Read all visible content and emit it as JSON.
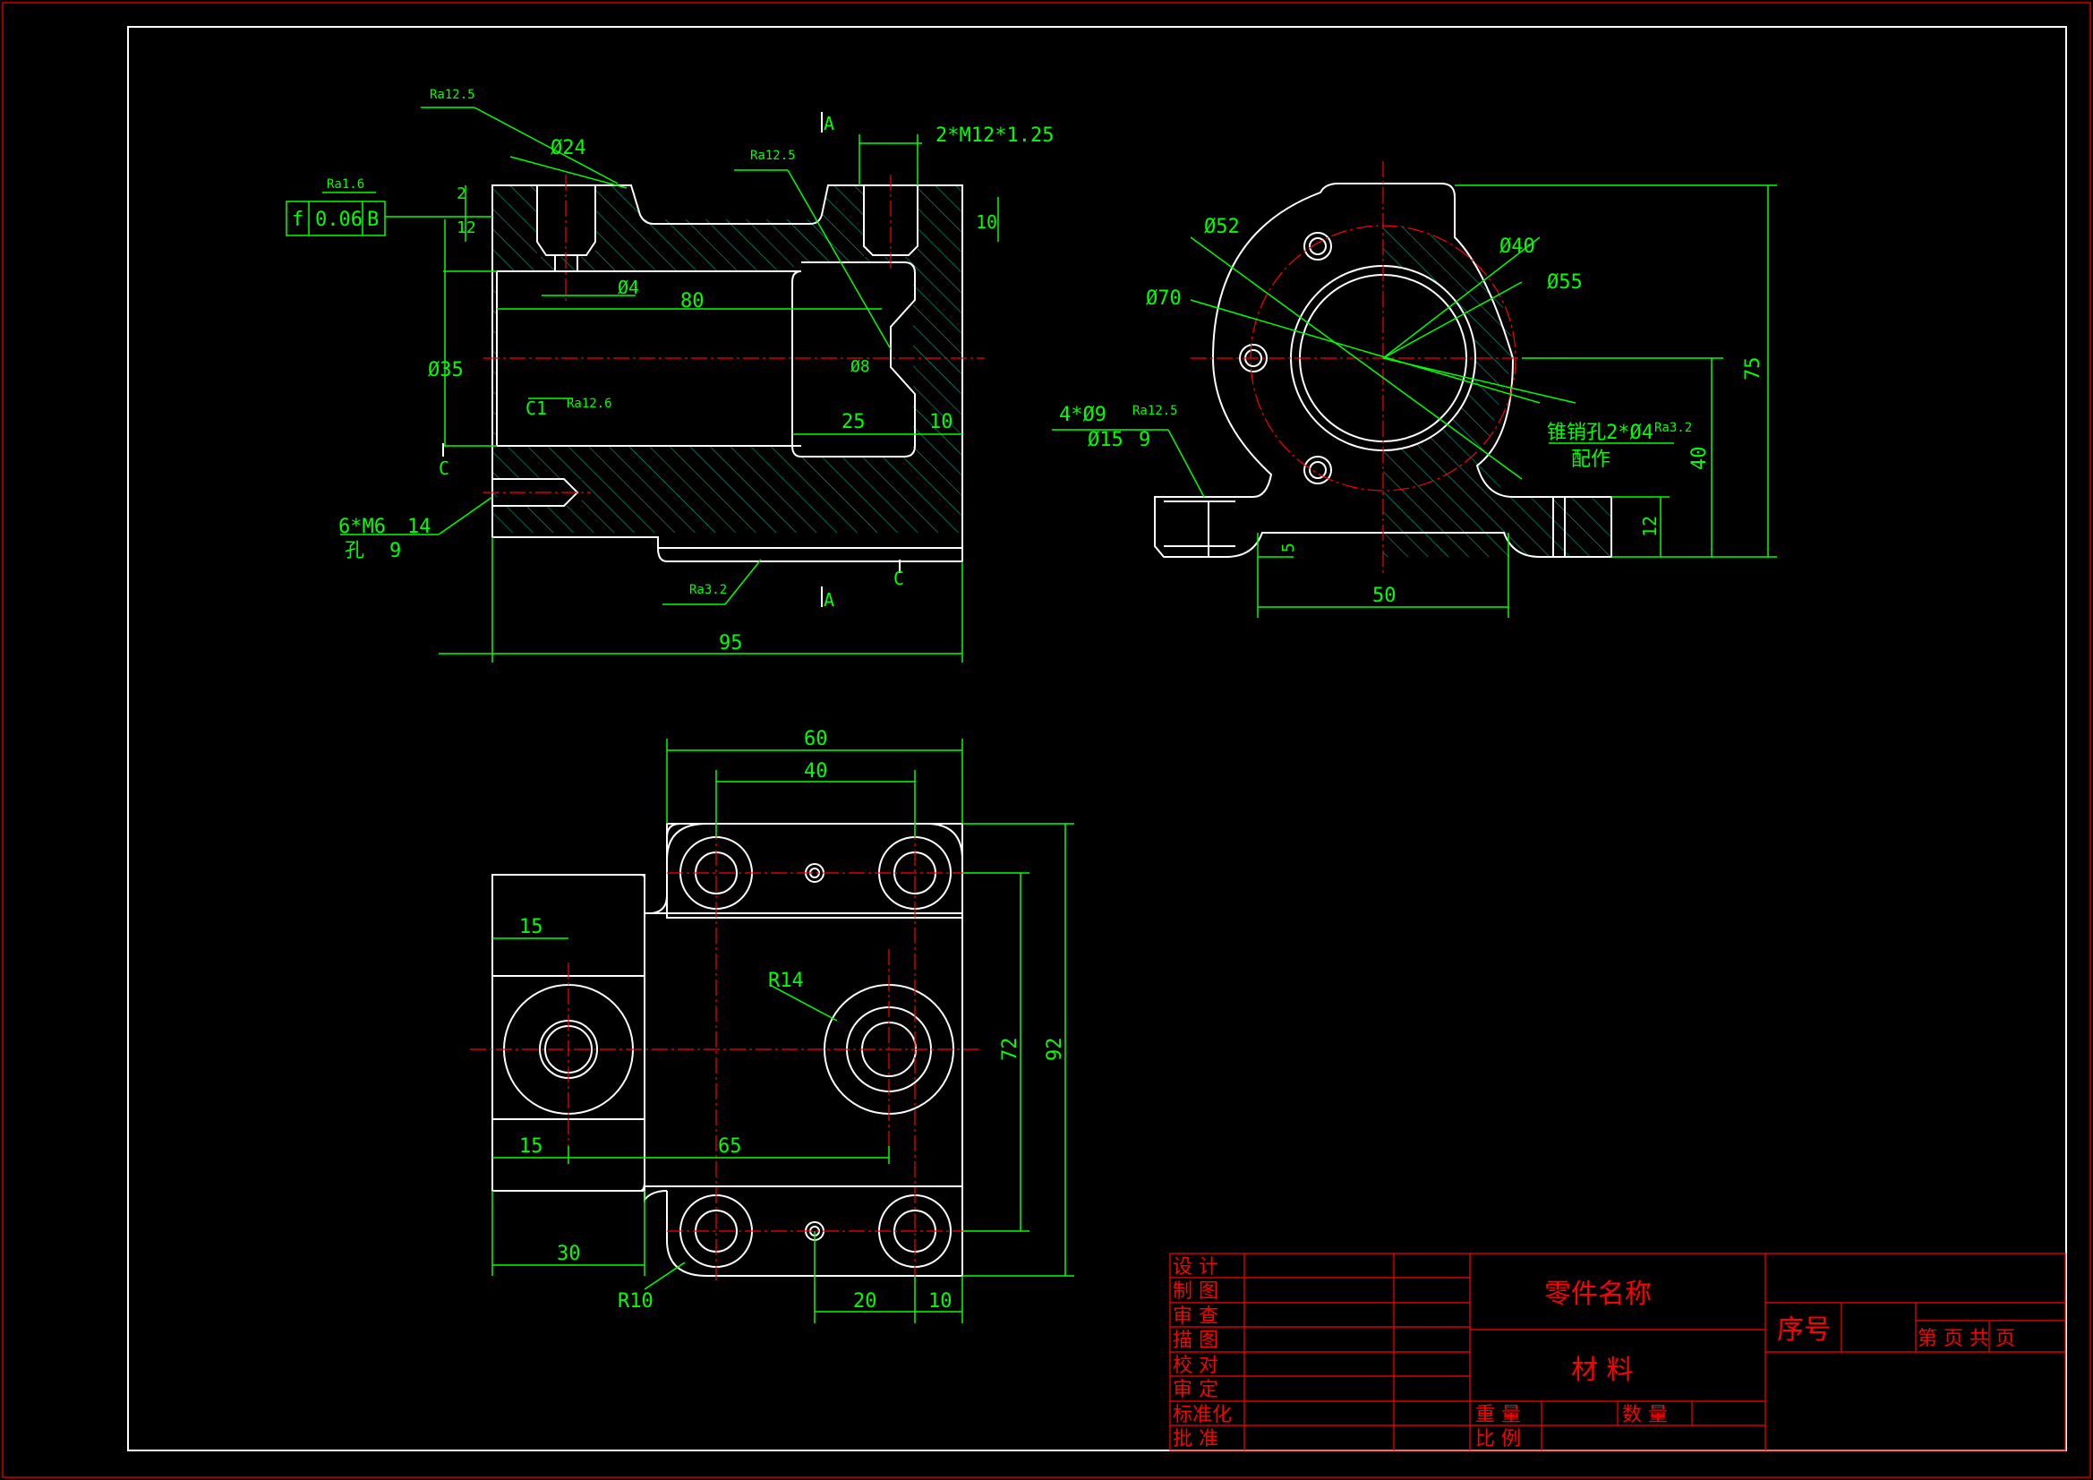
{
  "front_view": {
    "rough_top": "Ra12.5",
    "dia24": "Ø24",
    "thread_top": "2*M12*1.25",
    "rough_right": "Ra12.5",
    "dim_2": "2",
    "dim_12": "12",
    "dim_10": "10",
    "dia4": "Ø4",
    "dim_80": "80",
    "dia35": "Ø35",
    "dia8": "Ø8",
    "chamfer": "C1",
    "rough_bore": "Ra12.6",
    "dim_25": "25",
    "dim_10b": "10",
    "thread_side_1": "6*M6",
    "thread_side_depth": "14",
    "thread_side_2": "孔",
    "thread_side_hole": "9",
    "rough_bottom": "Ra3.2",
    "dim_95": "95",
    "section_top": "A",
    "section_bottom": "A",
    "datum_c1": "C",
    "datum_c2": "C",
    "tol_rough": "Ra1.6",
    "tol_symbol": "f",
    "tol_value": "0.06",
    "tol_datum": "B"
  },
  "side_view": {
    "dia52": "Ø52",
    "dia40": "Ø40",
    "dia55": "Ø55",
    "dia70": "Ø70",
    "holes_1": "4*Ø9",
    "holes_rough": "Ra12.5",
    "holes_2": "Ø15",
    "holes_depth": "9",
    "pin_1": "锥销孔2*Ø4",
    "pin_rough": "Ra3.2",
    "pin_2": "配作",
    "dim_75": "75",
    "dim_40": "40",
    "dim_12": "12",
    "dim_5": "5",
    "dim_50": "50"
  },
  "top_view": {
    "dim_60": "60",
    "dim_40": "40",
    "dim_15a": "15",
    "r14": "R14",
    "dim_72": "72",
    "dim_92": "92",
    "dim_15b": "15",
    "dim_65": "65",
    "dim_30": "30",
    "r10": "R10",
    "dim_20": "20",
    "dim_10": "10"
  },
  "title_block": {
    "rows": [
      "设 计",
      "制 图",
      "审 查",
      "描 图",
      "校 对",
      "审 定",
      "标准化",
      "批 准"
    ],
    "part_name": "零件名称",
    "material": "材 料",
    "weight": "重 量",
    "quantity": "数 量",
    "scale": "比 例",
    "serial": "序号",
    "page_info": "第 页 共 页"
  },
  "colors": {
    "background": "#000000",
    "frame": "#ff0000",
    "outline": "#ffffff",
    "dimension": "#00ff00",
    "hatch": "#00ff00",
    "centerline": "#ff0000"
  }
}
